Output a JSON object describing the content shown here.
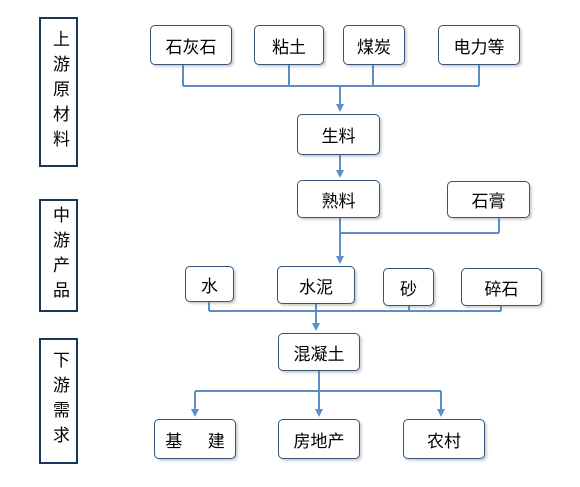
{
  "colors": {
    "connector": "#5b8fc7",
    "node_border": "#33557a",
    "stage_border": "#17375e"
  },
  "stages": {
    "upstream": "上游原材料",
    "midstream": "中游产品",
    "downstream": "下游需求"
  },
  "nodes": {
    "limestone": "石灰石",
    "clay": "粘土",
    "coal": "煤炭",
    "electricity": "电力等",
    "raw_meal": "生料",
    "clinker": "熟料",
    "gypsum": "石膏",
    "water": "水",
    "cement": "水泥",
    "sand": "砂",
    "gravel": "碎石",
    "concrete": "混凝土",
    "infrastructure": "基 建",
    "real_estate": "房地产",
    "rural": "农村"
  }
}
